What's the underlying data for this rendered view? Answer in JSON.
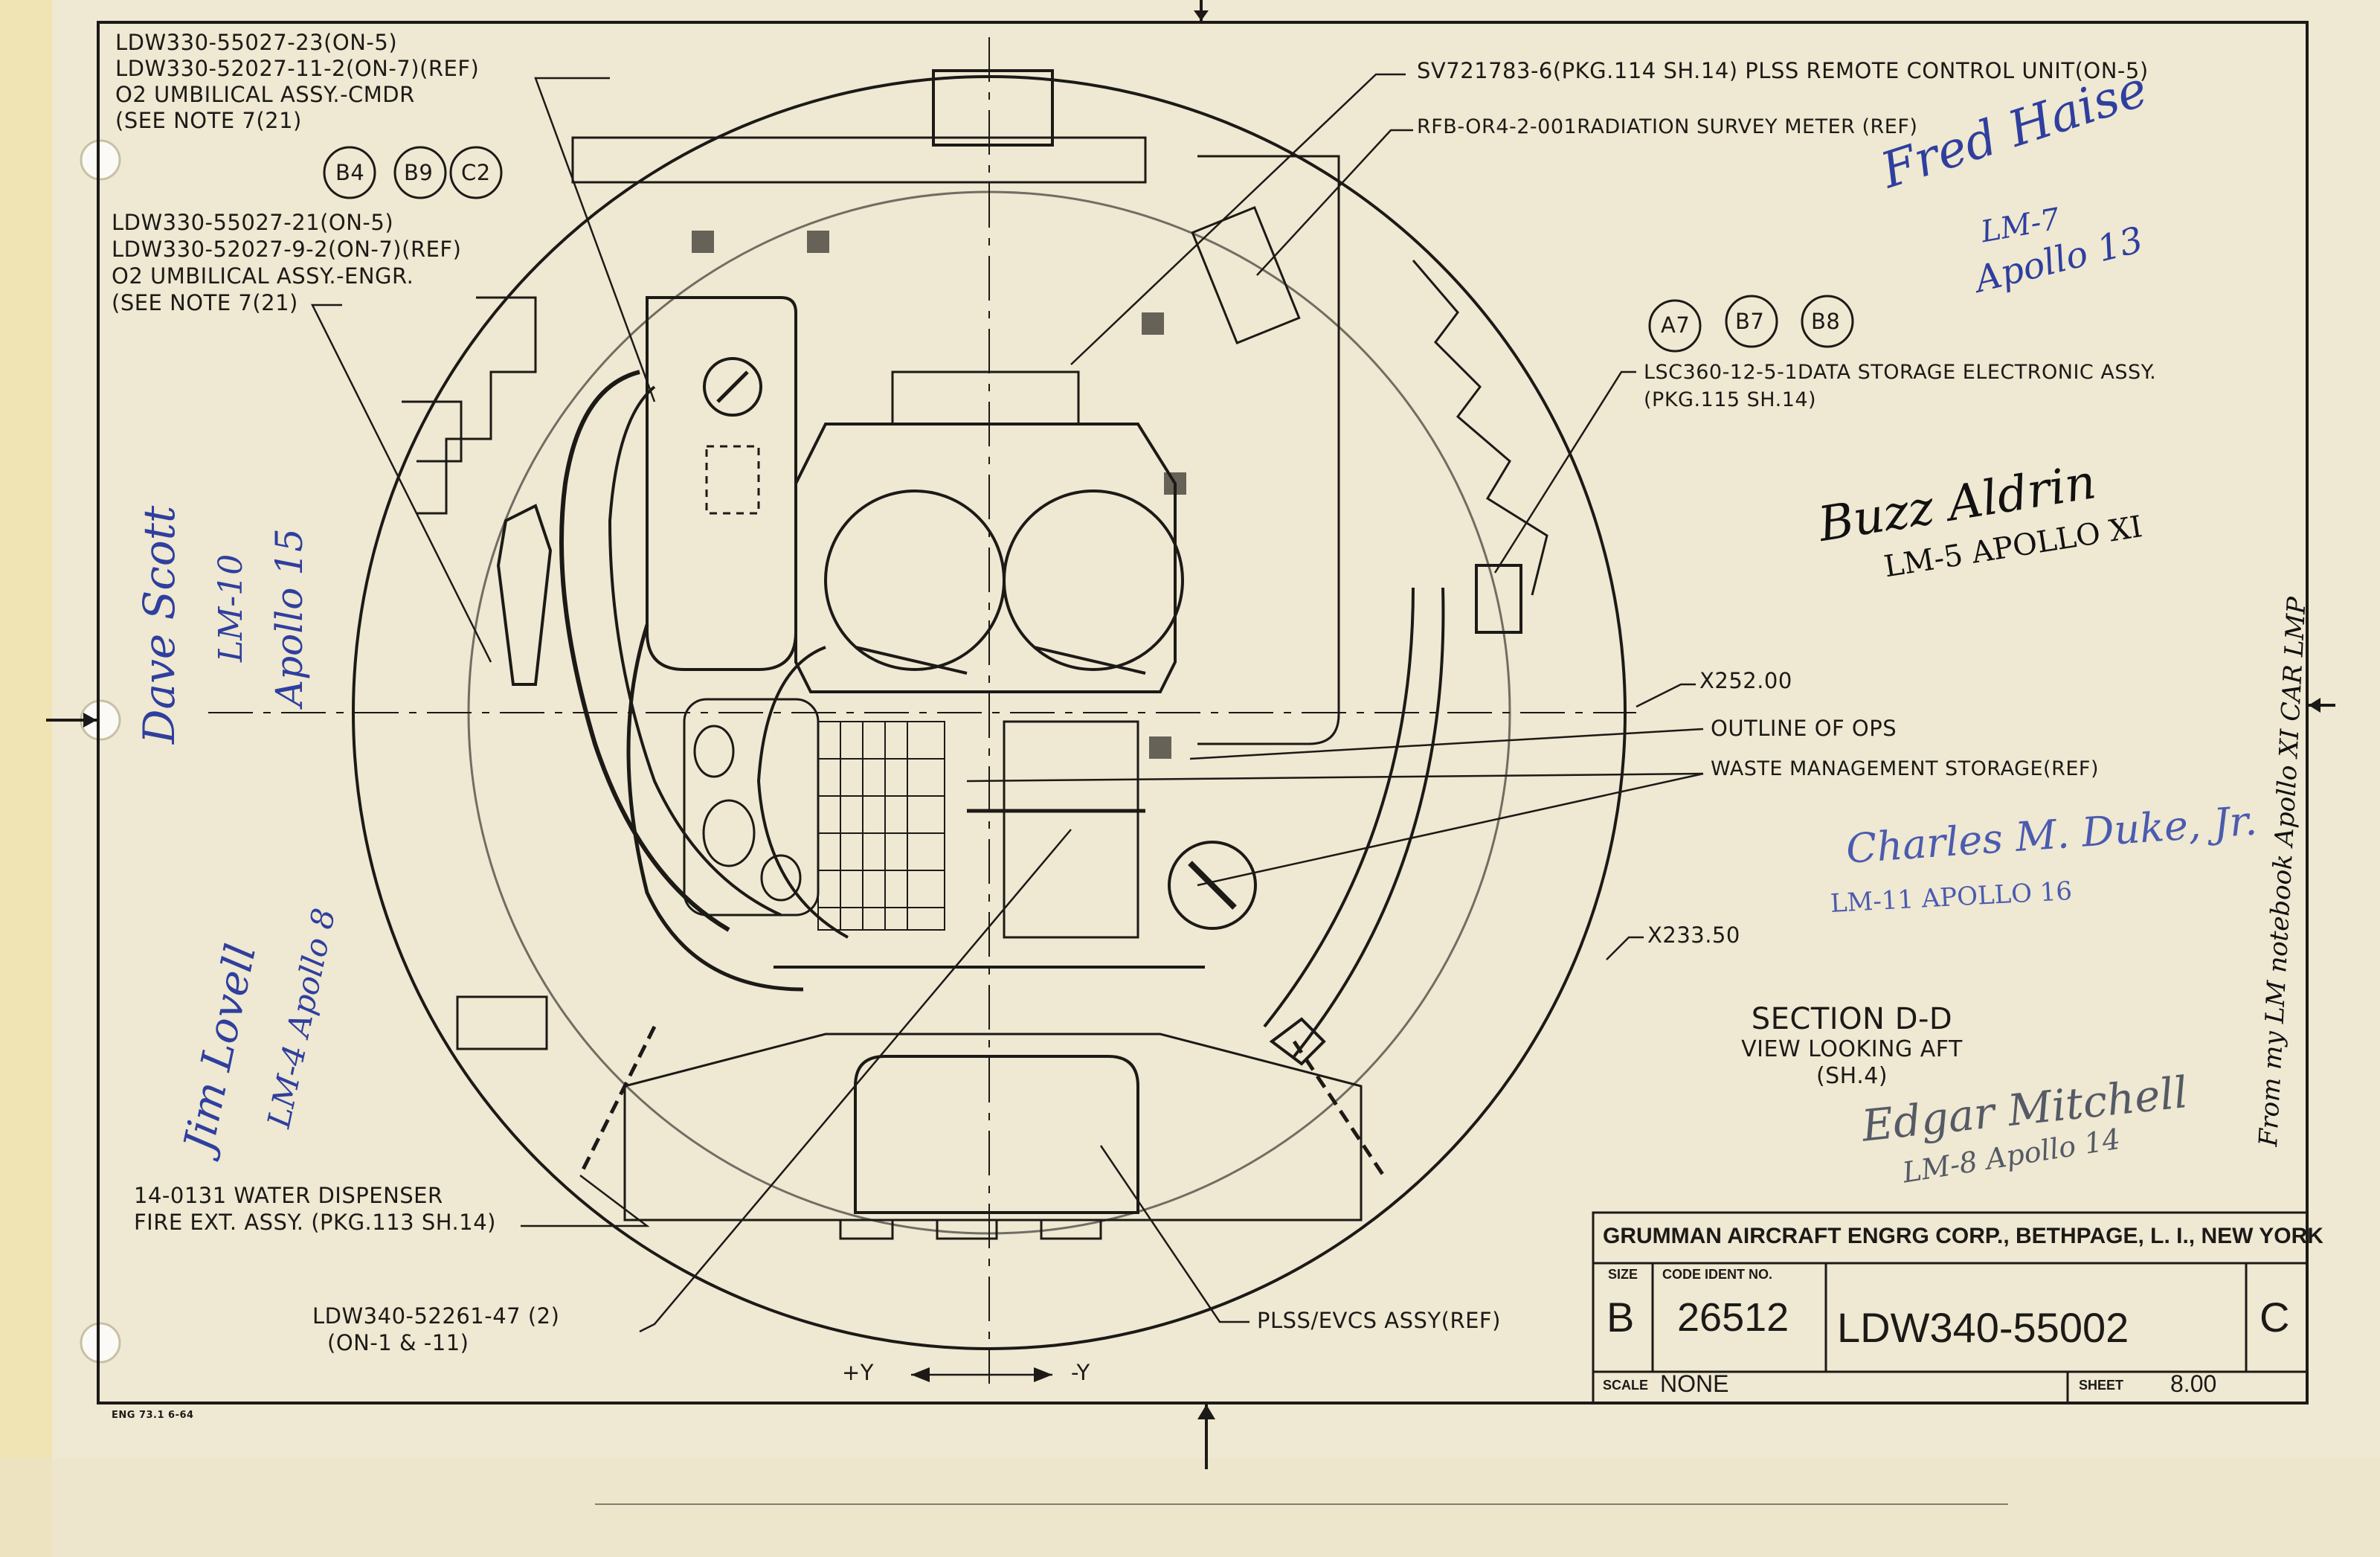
{
  "part_labels": {
    "cmdr_line1": "LDW330-55027-23(ON-5)",
    "cmdr_line2": "LDW330-52027-11-2(ON-7)(REF)",
    "cmdr_line3": "O2 UMBILICAL ASSY.-CMDR",
    "cmdr_line4": "(SEE NOTE 7(21)",
    "engr_line1": "LDW330-55027-21(ON-5)",
    "engr_line2": "LDW330-52027-9-2(ON-7)(REF)",
    "engr_line3": "O2 UMBILICAL ASSY.-ENGR.",
    "engr_line4": "(SEE NOTE 7(21)",
    "plss_remote": "SV721783-6(PKG.114 SH.14) PLSS REMOTE CONTROL UNIT(ON-5)",
    "radiation_meter": "RFB-OR4-2-001RADIATION SURVEY METER (REF)",
    "data_storage_1": "LSC360-12-5-1DATA STORAGE ELECTRONIC ASSY.",
    "data_storage_2": "(PKG.115 SH.14)",
    "x252": "X252.00",
    "outline_ops": "OUTLINE OF OPS",
    "waste_mgmt": "WASTE MANAGEMENT STORAGE(REF)",
    "x233": "X233.50",
    "water_dispenser_1": "14-0131 WATER DISPENSER",
    "water_dispenser_2": "FIRE EXT. ASSY. (PKG.113 SH.14)",
    "ldw340_1": "LDW340-52261-47 (2)",
    "ldw340_2": "(ON-1 & -11)",
    "plss_evcs": "PLSS/EVCS ASSY(REF)",
    "plus_y": "+Y",
    "minus_y": "-Y",
    "form_no": "ENG 73.1 6-64"
  },
  "zone_tags": {
    "left": [
      "B4",
      "B9",
      "C2"
    ],
    "right": [
      "A7",
      "B7",
      "B8"
    ]
  },
  "section": {
    "title": "SECTION D-D",
    "view": "VIEW LOOKING AFT",
    "sheet_ref": "(SH.4)"
  },
  "title_block": {
    "company": "GRUMMAN AIRCRAFT ENGRG CORP., BETHPAGE, L. I., NEW YORK",
    "size_label": "SIZE",
    "size_value": "B",
    "code_ident_label": "CODE IDENT NO.",
    "code_ident_value": "26512",
    "drawing_no": "LDW340-55002",
    "revision": "C",
    "scale_label": "SCALE",
    "scale_value": "NONE",
    "sheet_label": "SHEET",
    "sheet_value": "8.00"
  },
  "signatures": {
    "haise_name": "Fred Haise",
    "haise_note1": "LM-7",
    "haise_note2": "Apollo 13",
    "aldrin_name": "Buzz Aldrin",
    "aldrin_note": "LM-5 APOLLO XI",
    "duke_name": "Charles M. Duke, Jr.",
    "duke_note": "LM-11 APOLLO 16",
    "mitchell_name": "Edgar Mitchell",
    "mitchell_note": "LM-8 Apollo 14",
    "left1_name": "Dave Scott",
    "left1_note1": "LM-10",
    "left1_note2": "Apollo 15",
    "left2_name": "Jim Lovell",
    "left2_note": "LM-4 Apollo 8",
    "right_vertical": "From my LM notebook Apollo XI CAR LMP"
  },
  "colors": {
    "paper": "#efe8d2",
    "ink": "#1c1a17",
    "blue_ink": "#2f3f9e",
    "gray_ink": "#555a66",
    "black_ink": "#111111"
  }
}
